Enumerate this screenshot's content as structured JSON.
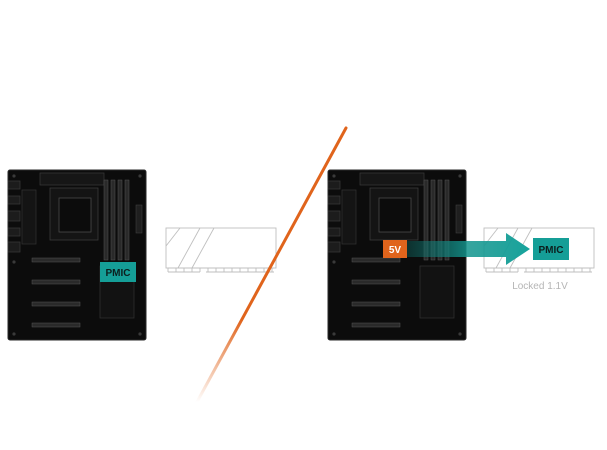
{
  "left_panel": {
    "pmic_label": "PMIC"
  },
  "right_panel": {
    "voltage_label": "5V",
    "pmic_label": "PMIC",
    "caption": "Locked 1.1V"
  },
  "colors": {
    "board": "#0c0c0c",
    "board_stroke": "#2a2a2a",
    "pmic_fill": "#159e97",
    "voltage_fill": "#e0641c",
    "divider": "#e0641c",
    "ram_stroke": "#bfbfbf",
    "caption": "#b5b5b5"
  }
}
